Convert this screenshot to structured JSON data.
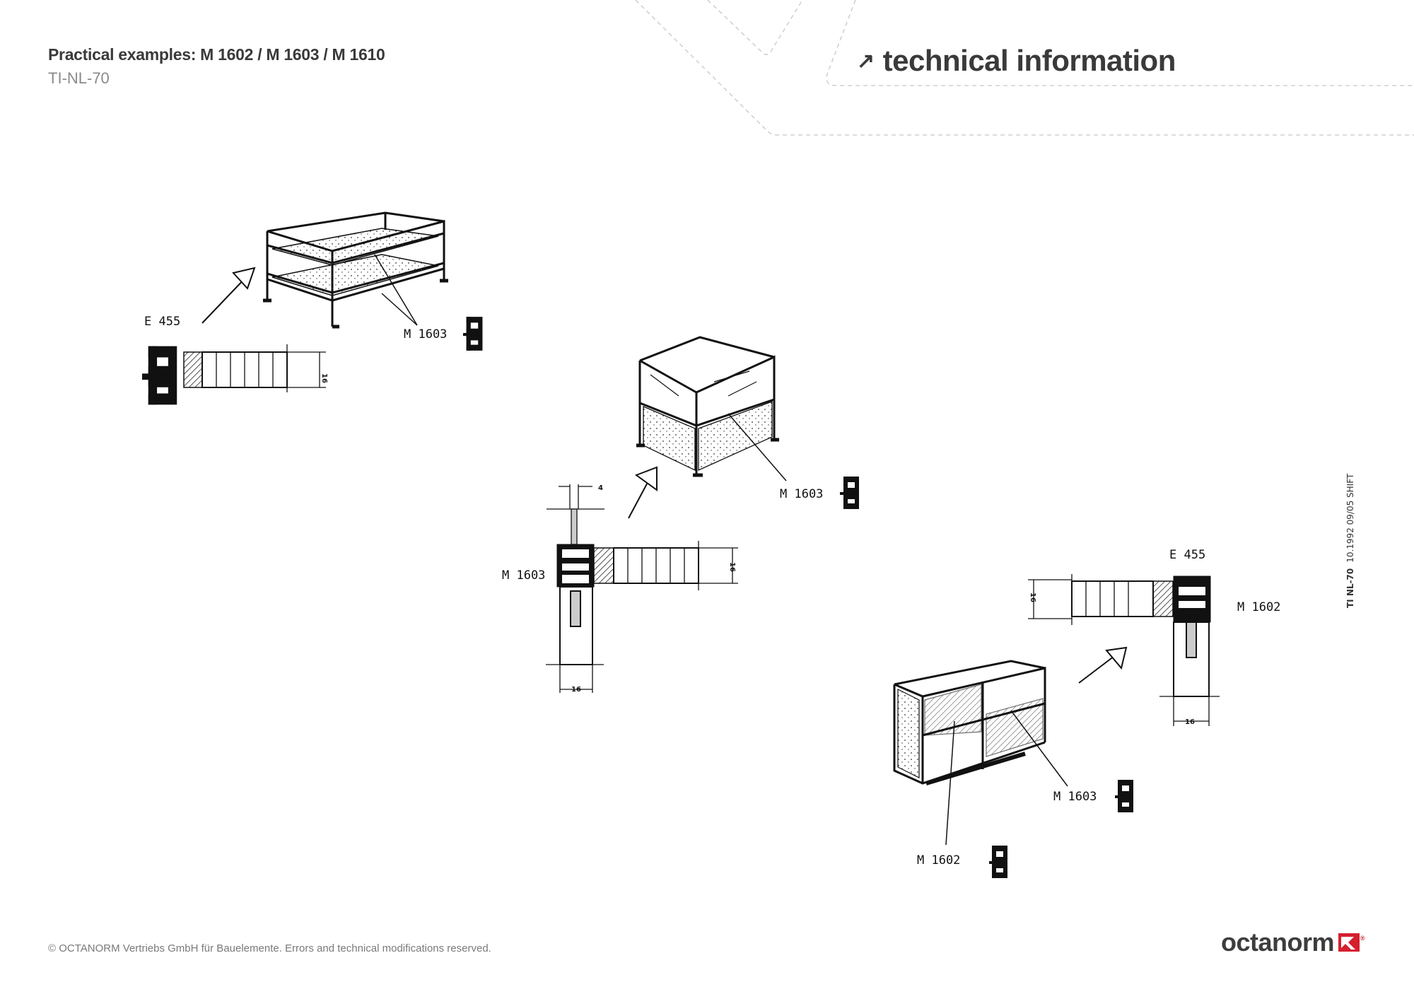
{
  "header": {
    "title": "Practical examples: M 1602 / M 1603 / M 1610",
    "doc_id": "TI-NL-70",
    "section_arrow": "↗",
    "section_title": "technical information"
  },
  "side_note": {
    "code": "TI NL-70",
    "meta": "10.1992 09/05 SHIFT"
  },
  "drawings": {
    "table": {
      "edge_label": "E 455",
      "profile_label": "M 1603",
      "dim_thickness": "16"
    },
    "showcase": {
      "profile_label": "M 1603",
      "section_label": "M 1603",
      "dim_glass": "4",
      "dim_thickness": "16",
      "dim_width": "16"
    },
    "cabinet": {
      "edge_label": "E 455",
      "section_label": "M 1602",
      "profile_label_a": "M 1603",
      "profile_label_b": "M 1602",
      "dim_thickness": "16",
      "dim_width": "16"
    }
  },
  "footer": {
    "copyright": "© OCTANORM Vertriebs GmbH für Bauelemente. Errors and technical modifications reserved."
  },
  "brand": {
    "name": "octanorm",
    "registered": "®",
    "accent_color": "#d5202e",
    "text_color": "#3d3d3d"
  }
}
